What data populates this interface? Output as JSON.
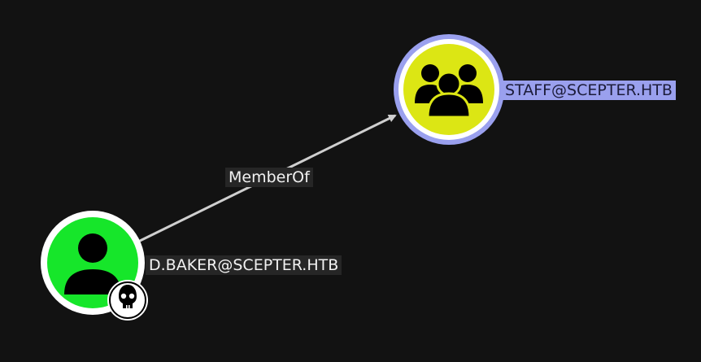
{
  "nodes": {
    "user": {
      "label": "D.BAKER@SCEPTER.HTB",
      "icon": "user-icon",
      "badge_icon": "skull-icon",
      "fill_color": "#16e62a",
      "ring_color": "#ffffff"
    },
    "group": {
      "label": "STAFF@SCEPTER.HTB",
      "icon": "users-group-icon",
      "fill_color": "#dce614",
      "ring_color": "#9aa0ee"
    }
  },
  "edges": [
    {
      "from": "user",
      "to": "group",
      "label": "MemberOf"
    }
  ],
  "colors": {
    "background": "#121212",
    "edge": "#cfcfcf",
    "label_background": "#262626",
    "selected_label_background": "#9aa0ee"
  }
}
